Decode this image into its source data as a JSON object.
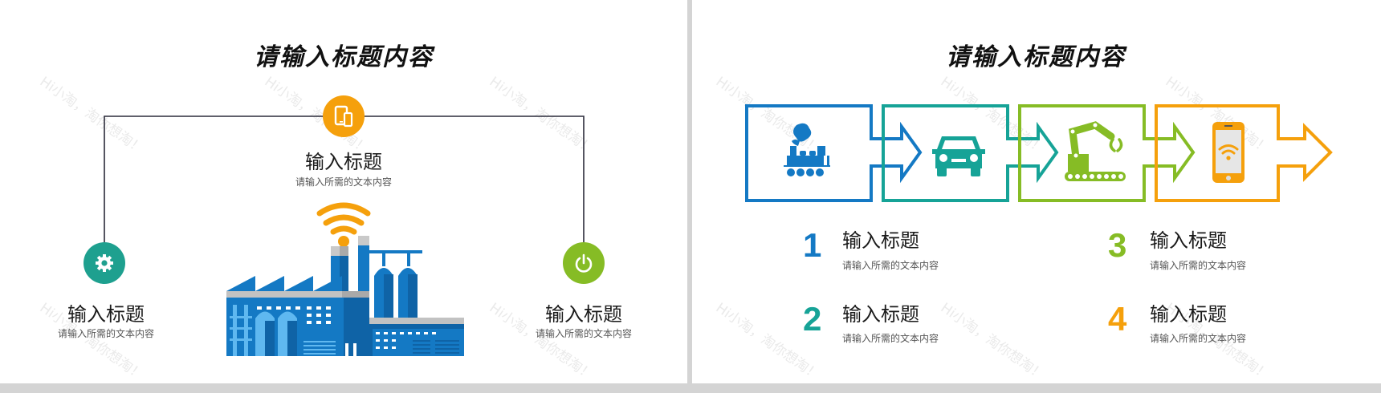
{
  "left_slide": {
    "title": "请输入标题内容",
    "items": [
      {
        "title": "输入标题",
        "subtitle": "请输入所需的文本内容",
        "icon": "tablet-phone-icon",
        "color": "#f5a00c"
      },
      {
        "title": "输入标题",
        "subtitle": "请输入所需的文本内容",
        "icon": "gear-icon",
        "color": "#1ea08f"
      },
      {
        "title": "输入标题",
        "subtitle": "请输入所需的文本内容",
        "icon": "power-icon",
        "color": "#86bc25"
      }
    ],
    "illustration": "smart-factory-wifi"
  },
  "right_slide": {
    "title": "请输入标题内容",
    "process": [
      {
        "icon": "steam-train-icon",
        "color": "#1479c4"
      },
      {
        "icon": "car-icon",
        "color": "#16a397"
      },
      {
        "icon": "robot-arm-icon",
        "color": "#86bc25"
      },
      {
        "icon": "smartphone-wifi-icon",
        "color": "#f5a00c"
      }
    ],
    "items": [
      {
        "number": "1",
        "title": "输入标题",
        "subtitle": "请输入所需的文本内容",
        "color": "#1479c4"
      },
      {
        "number": "2",
        "title": "输入标题",
        "subtitle": "请输入所需的文本内容",
        "color": "#16a397"
      },
      {
        "number": "3",
        "title": "输入标题",
        "subtitle": "请输入所需的文本内容",
        "color": "#86bc25"
      },
      {
        "number": "4",
        "title": "输入标题",
        "subtitle": "请输入所需的文本内容",
        "color": "#f5a00c"
      }
    ]
  },
  "watermark": "Hi小淘，淘你想淘！"
}
